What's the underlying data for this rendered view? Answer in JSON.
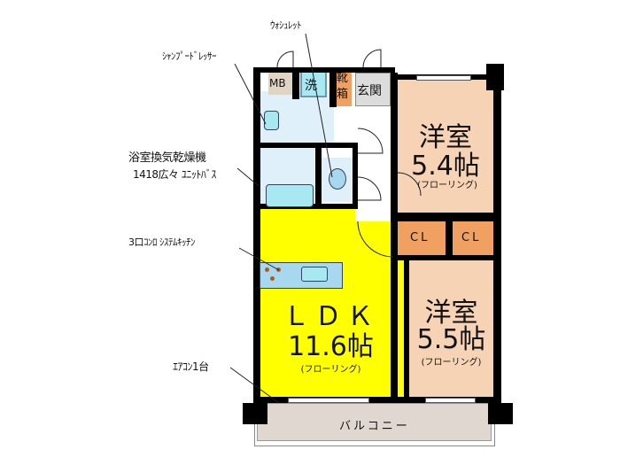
{
  "floorplan": {
    "rooms": {
      "ldk": {
        "name": "ＬＤＫ",
        "size": "11.6帖",
        "floor": "(フローリング)",
        "color": "#ffff00"
      },
      "western1": {
        "name": "洋室",
        "size": "5.4帖",
        "floor": "(フローリング)",
        "color": "#f5d3b4"
      },
      "western2": {
        "name": "洋室",
        "size": "5.5帖",
        "floor": "(フローリング)",
        "color": "#f5d3b4"
      },
      "closet1": {
        "name": "CL",
        "color": "#f0a060"
      },
      "closet2": {
        "name": "CL",
        "color": "#f0a060"
      },
      "entrance": {
        "name": "玄関",
        "color": "#dcdcdc"
      },
      "shoe_box": {
        "name": "靴箱",
        "color": "#f0a060"
      },
      "washer": {
        "name": "洗",
        "color": "#a8e8f0"
      },
      "mb": {
        "name": "MB",
        "color": "#e0d4c4"
      },
      "balcony": {
        "name": "バルコニー",
        "color": "#e0d8d0"
      }
    },
    "callouts": {
      "washlet": "ｳｫｼｭﾚｯﾄ",
      "shampoo_dresser": "ｼｬﾝﾌﾟｰﾄﾞﾚｯｻｰ",
      "bath_dryer": "浴室換気乾燥機",
      "unit_bath": "1418広々 ﾕﾆｯﾄﾊﾞｽ",
      "kitchen": "3口ｺﾝﾛ ｼｽﾃﾑｷｯﾁﾝ",
      "aircon": "ｴｱｺﾝ1台"
    },
    "colors": {
      "wall": "#000000",
      "wet_area": "#dff0fb",
      "fixture": "#a8d8f0"
    }
  }
}
